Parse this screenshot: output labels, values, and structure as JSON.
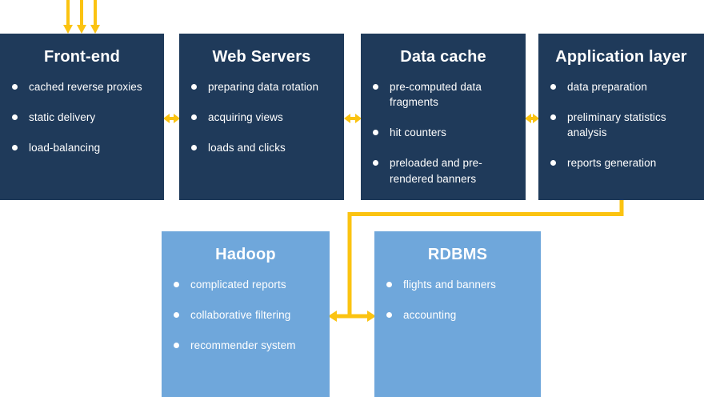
{
  "colors": {
    "box_dark": "#1f3a5a",
    "box_light": "#6fa7db",
    "arrow_yellow": "#fbc311",
    "text": "#ffffff",
    "background": "#ffffff"
  },
  "boxes": [
    {
      "id": "front-end",
      "title": "Front-end",
      "items": [
        "cached reverse proxies",
        "static delivery",
        "load-balancing"
      ]
    },
    {
      "id": "web-servers",
      "title": "Web Servers",
      "items": [
        "preparing data rotation",
        "acquiring views",
        "loads and clicks"
      ]
    },
    {
      "id": "data-cache",
      "title": "Data cache",
      "items": [
        "pre-computed data fragments",
        "hit counters",
        "preloaded and pre-rendered banners"
      ]
    },
    {
      "id": "application-layer",
      "title": "Application layer",
      "items": [
        "data preparation",
        "preliminary statistics analysis",
        "reports generation"
      ]
    },
    {
      "id": "hadoop",
      "title": "Hadoop",
      "items": [
        "complicated reports",
        "collaborative filtering",
        "recommender system"
      ]
    },
    {
      "id": "rdbms",
      "title": "RDBMS",
      "items": [
        "flights and banners",
        "accounting"
      ]
    }
  ]
}
